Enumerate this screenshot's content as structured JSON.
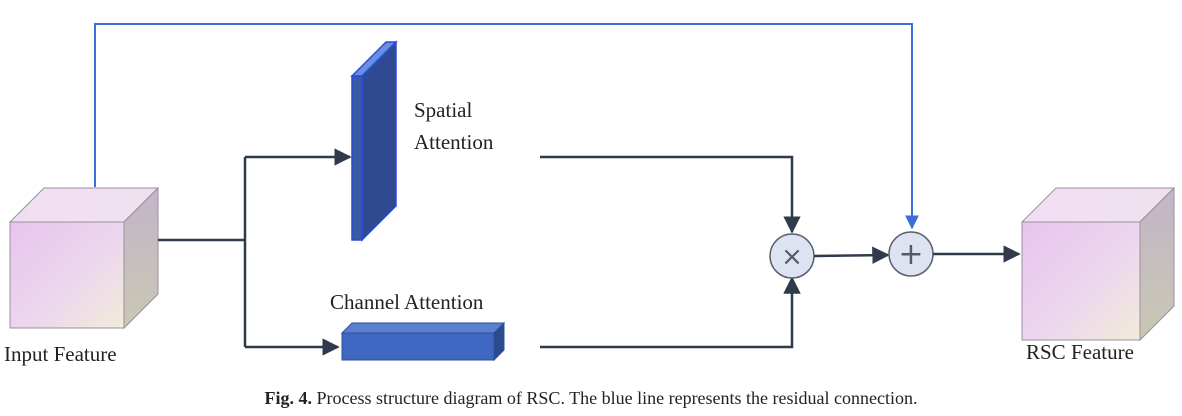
{
  "labels": {
    "input_feature": "Input Feature",
    "spatial_attention_line1": "Spatial",
    "spatial_attention_line2": "Attention",
    "channel_attention": "Channel Attention",
    "rsc_feature": "RSC Feature"
  },
  "operators": {
    "multiply": "×",
    "add": "+"
  },
  "caption": {
    "label": "Fig. 4.",
    "text": "Process structure diagram of RSC. The blue line represents the residual connection."
  },
  "colors": {
    "arrow": "#2f3a4a",
    "residual": "#3b6fd8",
    "attention_block": "#3a5aa8",
    "operator_fill": "#dde3f0"
  }
}
